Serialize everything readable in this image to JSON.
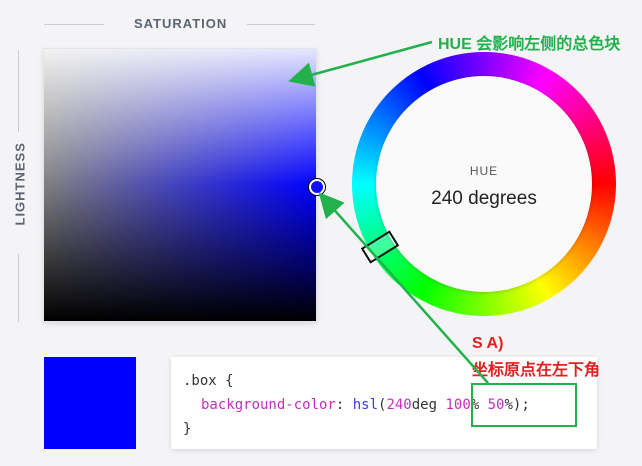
{
  "picker": {
    "saturation_label": "SATURATION",
    "lightness_label": "LIGHTNESS",
    "hue_label": "HUE",
    "hue_value": "240 degrees",
    "hue_degrees": 240,
    "saturation_percent": 100,
    "lightness_percent": 50,
    "current_color": "#0000ff"
  },
  "code": {
    "selector": ".box {",
    "property": "background-color",
    "colon": ": ",
    "func": "hsl",
    "open": "(",
    "arg1": "240",
    "unit1": "deg ",
    "arg2": "100",
    "unit2": "% ",
    "arg3": "50",
    "unit3": "%",
    "close": ");",
    "closing_brace": "}"
  },
  "annotations": {
    "hue_note": "HUE 会影响左侧的总色块",
    "sa_note_1": "S A)",
    "sa_note_2": "坐标原点在左下角",
    "hue_color": "#22b14c",
    "sa_color": "#e02020"
  }
}
